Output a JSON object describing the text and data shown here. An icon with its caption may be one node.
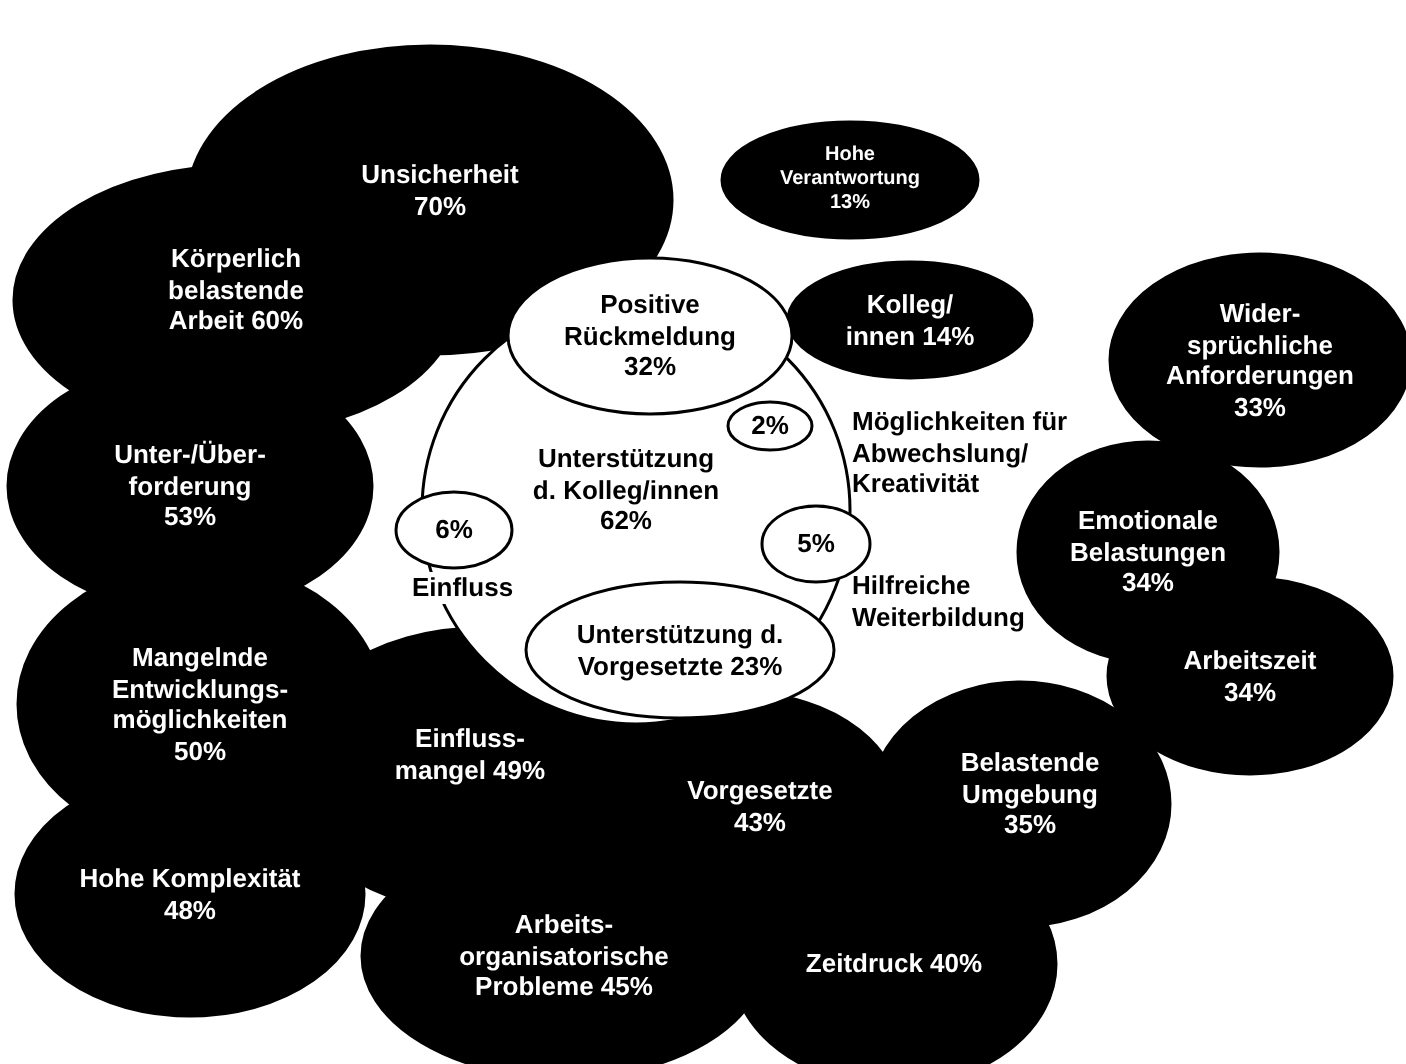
{
  "diagram": {
    "nodes": [
      {
        "text": [
          "Unsicherheit 70%"
        ]
      },
      {
        "text": [
          "Hohe Verantwortung 13%"
        ]
      },
      {
        "text": [
          "Körperlich belastende Arbeit 60%"
        ]
      },
      {
        "text": [
          "Positive Rückmeldung 32%"
        ]
      },
      {
        "text": [
          "Kolleg/ innen 14%"
        ]
      },
      {
        "text": [
          "Wider- sprüchliche Anforderungen 33%"
        ]
      },
      {
        "text": [
          "Unterstützung d. Kolleg/innen 62%"
        ]
      },
      {
        "text": [
          "2%"
        ],
        "in": 6
      },
      {
        "text": [
          "Unter-/Über- forderung 53%"
        ]
      },
      {
        "text": [
          "6%"
        ]
      },
      {
        "text": [
          "5%"
        ]
      },
      {
        "text": [
          "Emotionale Belastungen 34%"
        ]
      },
      {
        "text": [
          "Unterstützung d. Vorgesetzte 23%"
        ],
        "in": 6
      },
      {
        "text": [
          "Arbeitszeit 34%"
        ]
      },
      {
        "text": [
          "Mangelnde Entwicklungs- möglichkeiten 50%"
        ]
      },
      {
        "text": [
          "Einfluss- mangel 49%"
        ]
      },
      {
        "text": [
          "Vorgesetzte 43%"
        ]
      },
      {
        "text": [
          "Belastende Umgebung 35%"
        ]
      },
      {
        "text": [
          "Hohe Komplexität 48%"
        ]
      },
      {
        "text": [
          "Arbeits- organisatorische Probleme 45%"
        ]
      },
      {
        "text": [
          "Zeitdruck 40%"
        ]
      }
    ],
    "labels": [
      "Möglichkeiten für Abwechslung/ Kreativität",
      "Einfluss",
      "Hilfreiche Weiterbildung"
    ]
  }
}
